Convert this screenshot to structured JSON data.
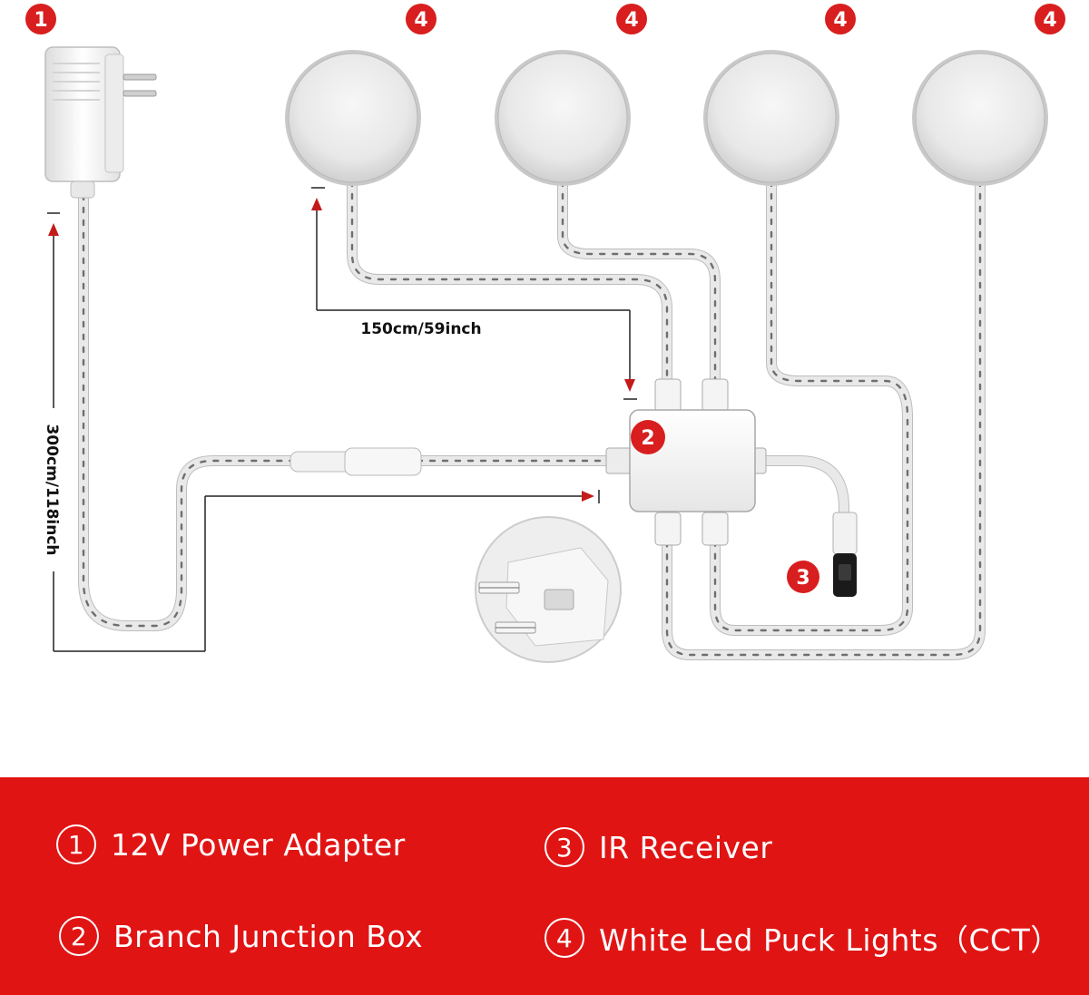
{
  "badges": {
    "power_adapter": "1",
    "junction_box": "2",
    "ir_receiver": "3",
    "puck_light": "4"
  },
  "dimensions": {
    "cable_short": "150cm/59inch",
    "cable_long": "300cm/118inch"
  },
  "legend": [
    {
      "num": "1",
      "label": "12V Power Adapter"
    },
    {
      "num": "2",
      "label": "Branch Junction Box"
    },
    {
      "num": "3",
      "label": "IR Receiver"
    },
    {
      "num": "4",
      "label": "White Led Puck Lights（CCT）"
    }
  ],
  "colors": {
    "accent": "#e11414",
    "badge": "#d81e1e"
  }
}
